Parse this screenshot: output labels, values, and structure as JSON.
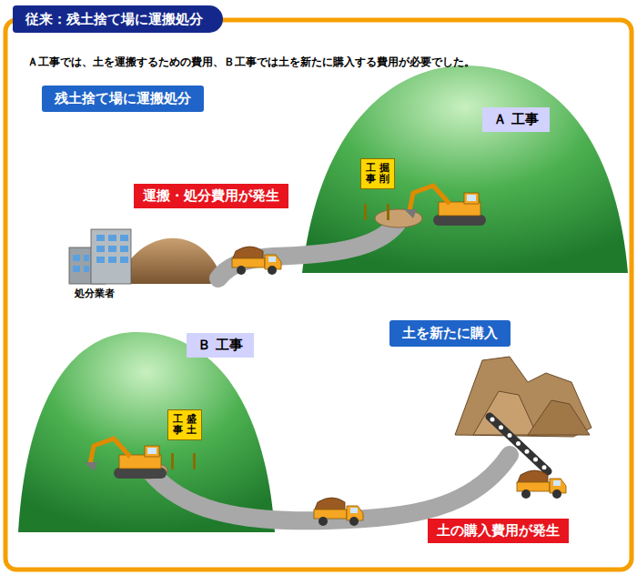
{
  "diagram": {
    "title": "従来：残土捨て場に運搬処分",
    "nodes": [
      {
        "text": [
          "残土捨て場に運搬処分"
        ]
      },
      {
        "text": [
          "Ａ 工事"
        ]
      },
      {
        "text": [
          "掘削",
          "工事"
        ]
      },
      {
        "text": [
          "運搬・処分費用が発生"
        ]
      },
      {
        "text": [
          "Ｂ 工事"
        ]
      },
      {
        "text": [
          "土を新たに購入"
        ]
      },
      {
        "text": [
          "盛土",
          "工事"
        ]
      },
      {
        "text": [
          "土の購入費用が発生"
        ]
      }
    ],
    "labels": [
      "Ａ工事では、土を運搬するための費用、Ｂ工事では土を新たに購入する費用が必要でした。",
      "処分業者"
    ]
  }
}
